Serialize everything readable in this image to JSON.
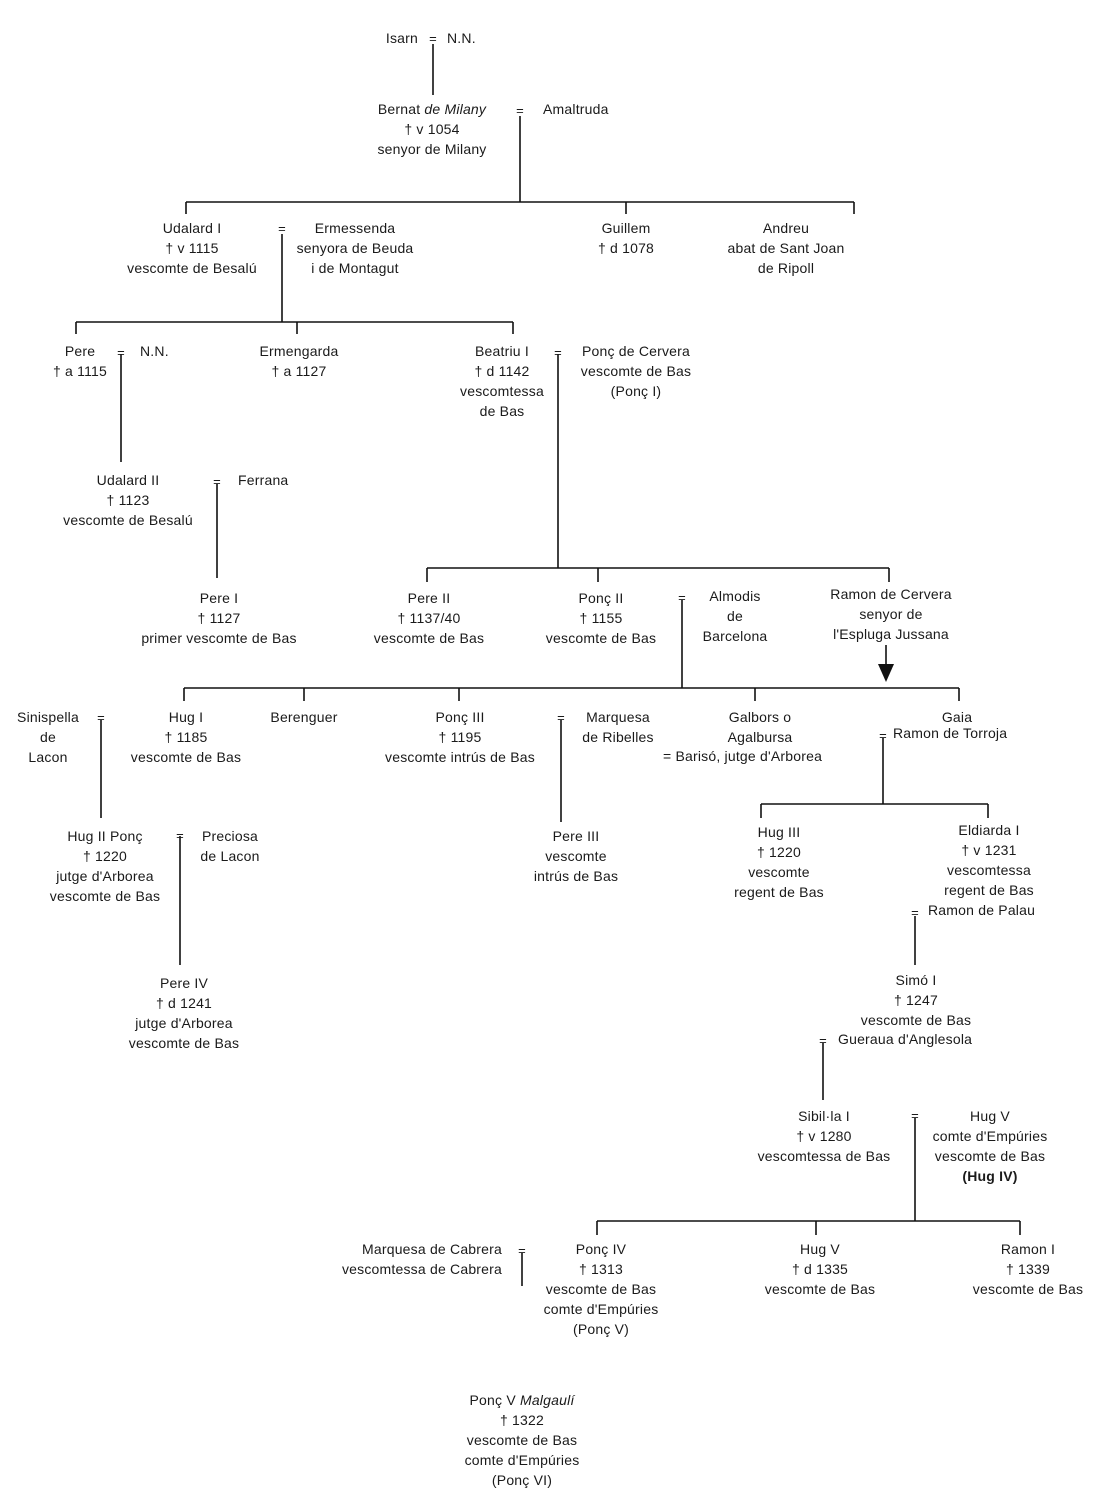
{
  "marriage_symbol": "=",
  "persons": {
    "isarn": [
      "Isarn"
    ],
    "nn1": [
      "N.N."
    ],
    "bernat": [
      "Bernat",
      "de Milany",
      "† v 1054",
      "senyor de Milany"
    ],
    "amaltruda": [
      "Amaltruda"
    ],
    "udalard1": [
      "Udalard I",
      "† v 1115",
      "vescomte de Besalú"
    ],
    "ermessenda": [
      "Ermessenda",
      "senyora de Beuda",
      "i de Montagut"
    ],
    "guillem": [
      "Guillem",
      "† d 1078"
    ],
    "andreu": [
      "Andreu",
      "abat de Sant Joan",
      "de Ripoll"
    ],
    "pere": [
      "Pere",
      "† a 1115"
    ],
    "nn2": [
      "N.N."
    ],
    "ermengarda": [
      "Ermengarda",
      "† a 1127"
    ],
    "beatriu": [
      "Beatriu I",
      "† d 1142",
      "vescomtessa",
      "de Bas"
    ],
    "ponc_cervera": [
      "Ponç de Cervera",
      "vescomte de Bas",
      "(Ponç I)"
    ],
    "udalard2": [
      "Udalard II",
      "† 1123",
      "vescomte de Besalú"
    ],
    "ferrana": [
      "Ferrana"
    ],
    "pere1": [
      "Pere I",
      "† 1127",
      "primer vescomte de Bas"
    ],
    "pere2": [
      "Pere II",
      "† 1137/40",
      "vescomte de Bas"
    ],
    "ponc2": [
      "Ponç II",
      "† 1155",
      "vescomte de Bas"
    ],
    "almodis": [
      "Almodis",
      "de",
      "Barcelona"
    ],
    "ramon_cervera": [
      "Ramon de Cervera",
      "senyor de",
      "l'Espluga Jussana"
    ],
    "sinispella": [
      "Sinispella",
      "de",
      "Lacon"
    ],
    "hug1": [
      "Hug I",
      "† 1185",
      "vescomte de Bas"
    ],
    "berenguer": [
      "Berenguer"
    ],
    "ponc3": [
      "Ponç III",
      "† 1195",
      "vescomte intrús de Bas"
    ],
    "marquesa_ribelles": [
      "Marquesa",
      "de Ribelles"
    ],
    "galbors": [
      "Galbors o",
      "Agalbursa"
    ],
    "bariso": [
      "Barisó, jutge d'Arborea"
    ],
    "gaia": [
      "Gaia"
    ],
    "ramon_torroja": [
      "Ramon de Torroja"
    ],
    "hug2": [
      "Hug II Ponç",
      "† 1220",
      "jutge d'Arborea",
      "vescomte de Bas"
    ],
    "preciosa": [
      "Preciosa",
      "de Lacon"
    ],
    "pere3": [
      "Pere III",
      "vescomte",
      "intrús de Bas"
    ],
    "hug3": [
      "Hug III",
      "† 1220",
      "vescomte",
      "regent de Bas"
    ],
    "eldiarda": [
      "Eldiarda I",
      "† v 1231",
      "vescomtessa",
      "regent de Bas"
    ],
    "ramon_palau": [
      "Ramon de Palau"
    ],
    "pere4": [
      "Pere IV",
      "† d 1241",
      "jutge d'Arborea",
      "vescomte de Bas"
    ],
    "simo": [
      "Simó I",
      "† 1247",
      "vescomte de Bas"
    ],
    "gueraua": [
      "Gueraua d'Anglesola"
    ],
    "sibilla": [
      "Sibil·la I",
      "† v 1280",
      "vescomtessa de Bas"
    ],
    "hug5_comte": [
      "Hug V",
      "comte d'Empúries",
      "vescomte de Bas",
      "(Hug IV)"
    ],
    "marquesa_cabrera": [
      "Marquesa de Cabrera",
      "vescomtessa de Cabrera"
    ],
    "ponc4": [
      "Ponç IV",
      "† 1313",
      "vescomte de Bas",
      "comte d'Empúries",
      "(Ponç V)"
    ],
    "hug5": [
      "Hug V",
      "† d 1335",
      "vescomte de Bas"
    ],
    "ramon1": [
      "Ramon I",
      "† 1339",
      "vescomte de Bas"
    ],
    "ponc5": [
      "Ponç V",
      "Malgaulí",
      "† 1322",
      "vescomte de Bas",
      "comte d'Empúries",
      "(Ponç VI)"
    ]
  }
}
